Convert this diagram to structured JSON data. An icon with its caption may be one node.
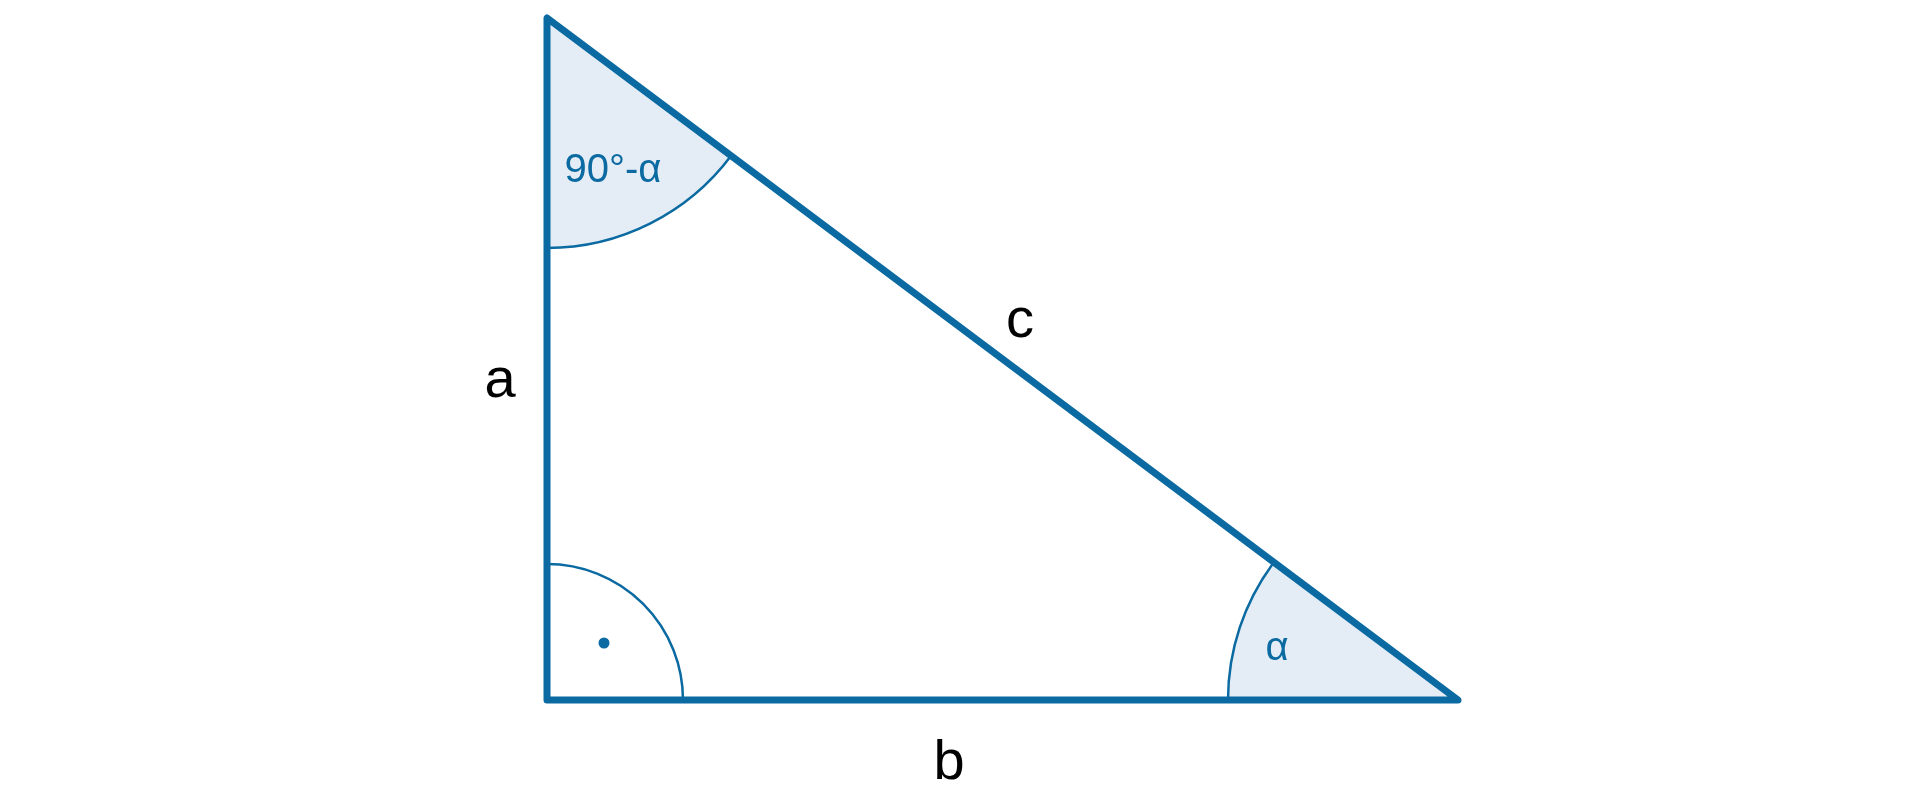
{
  "diagram": {
    "labels": [
      "90°-α",
      "c",
      "a",
      "α",
      "b"
    ]
  }
}
